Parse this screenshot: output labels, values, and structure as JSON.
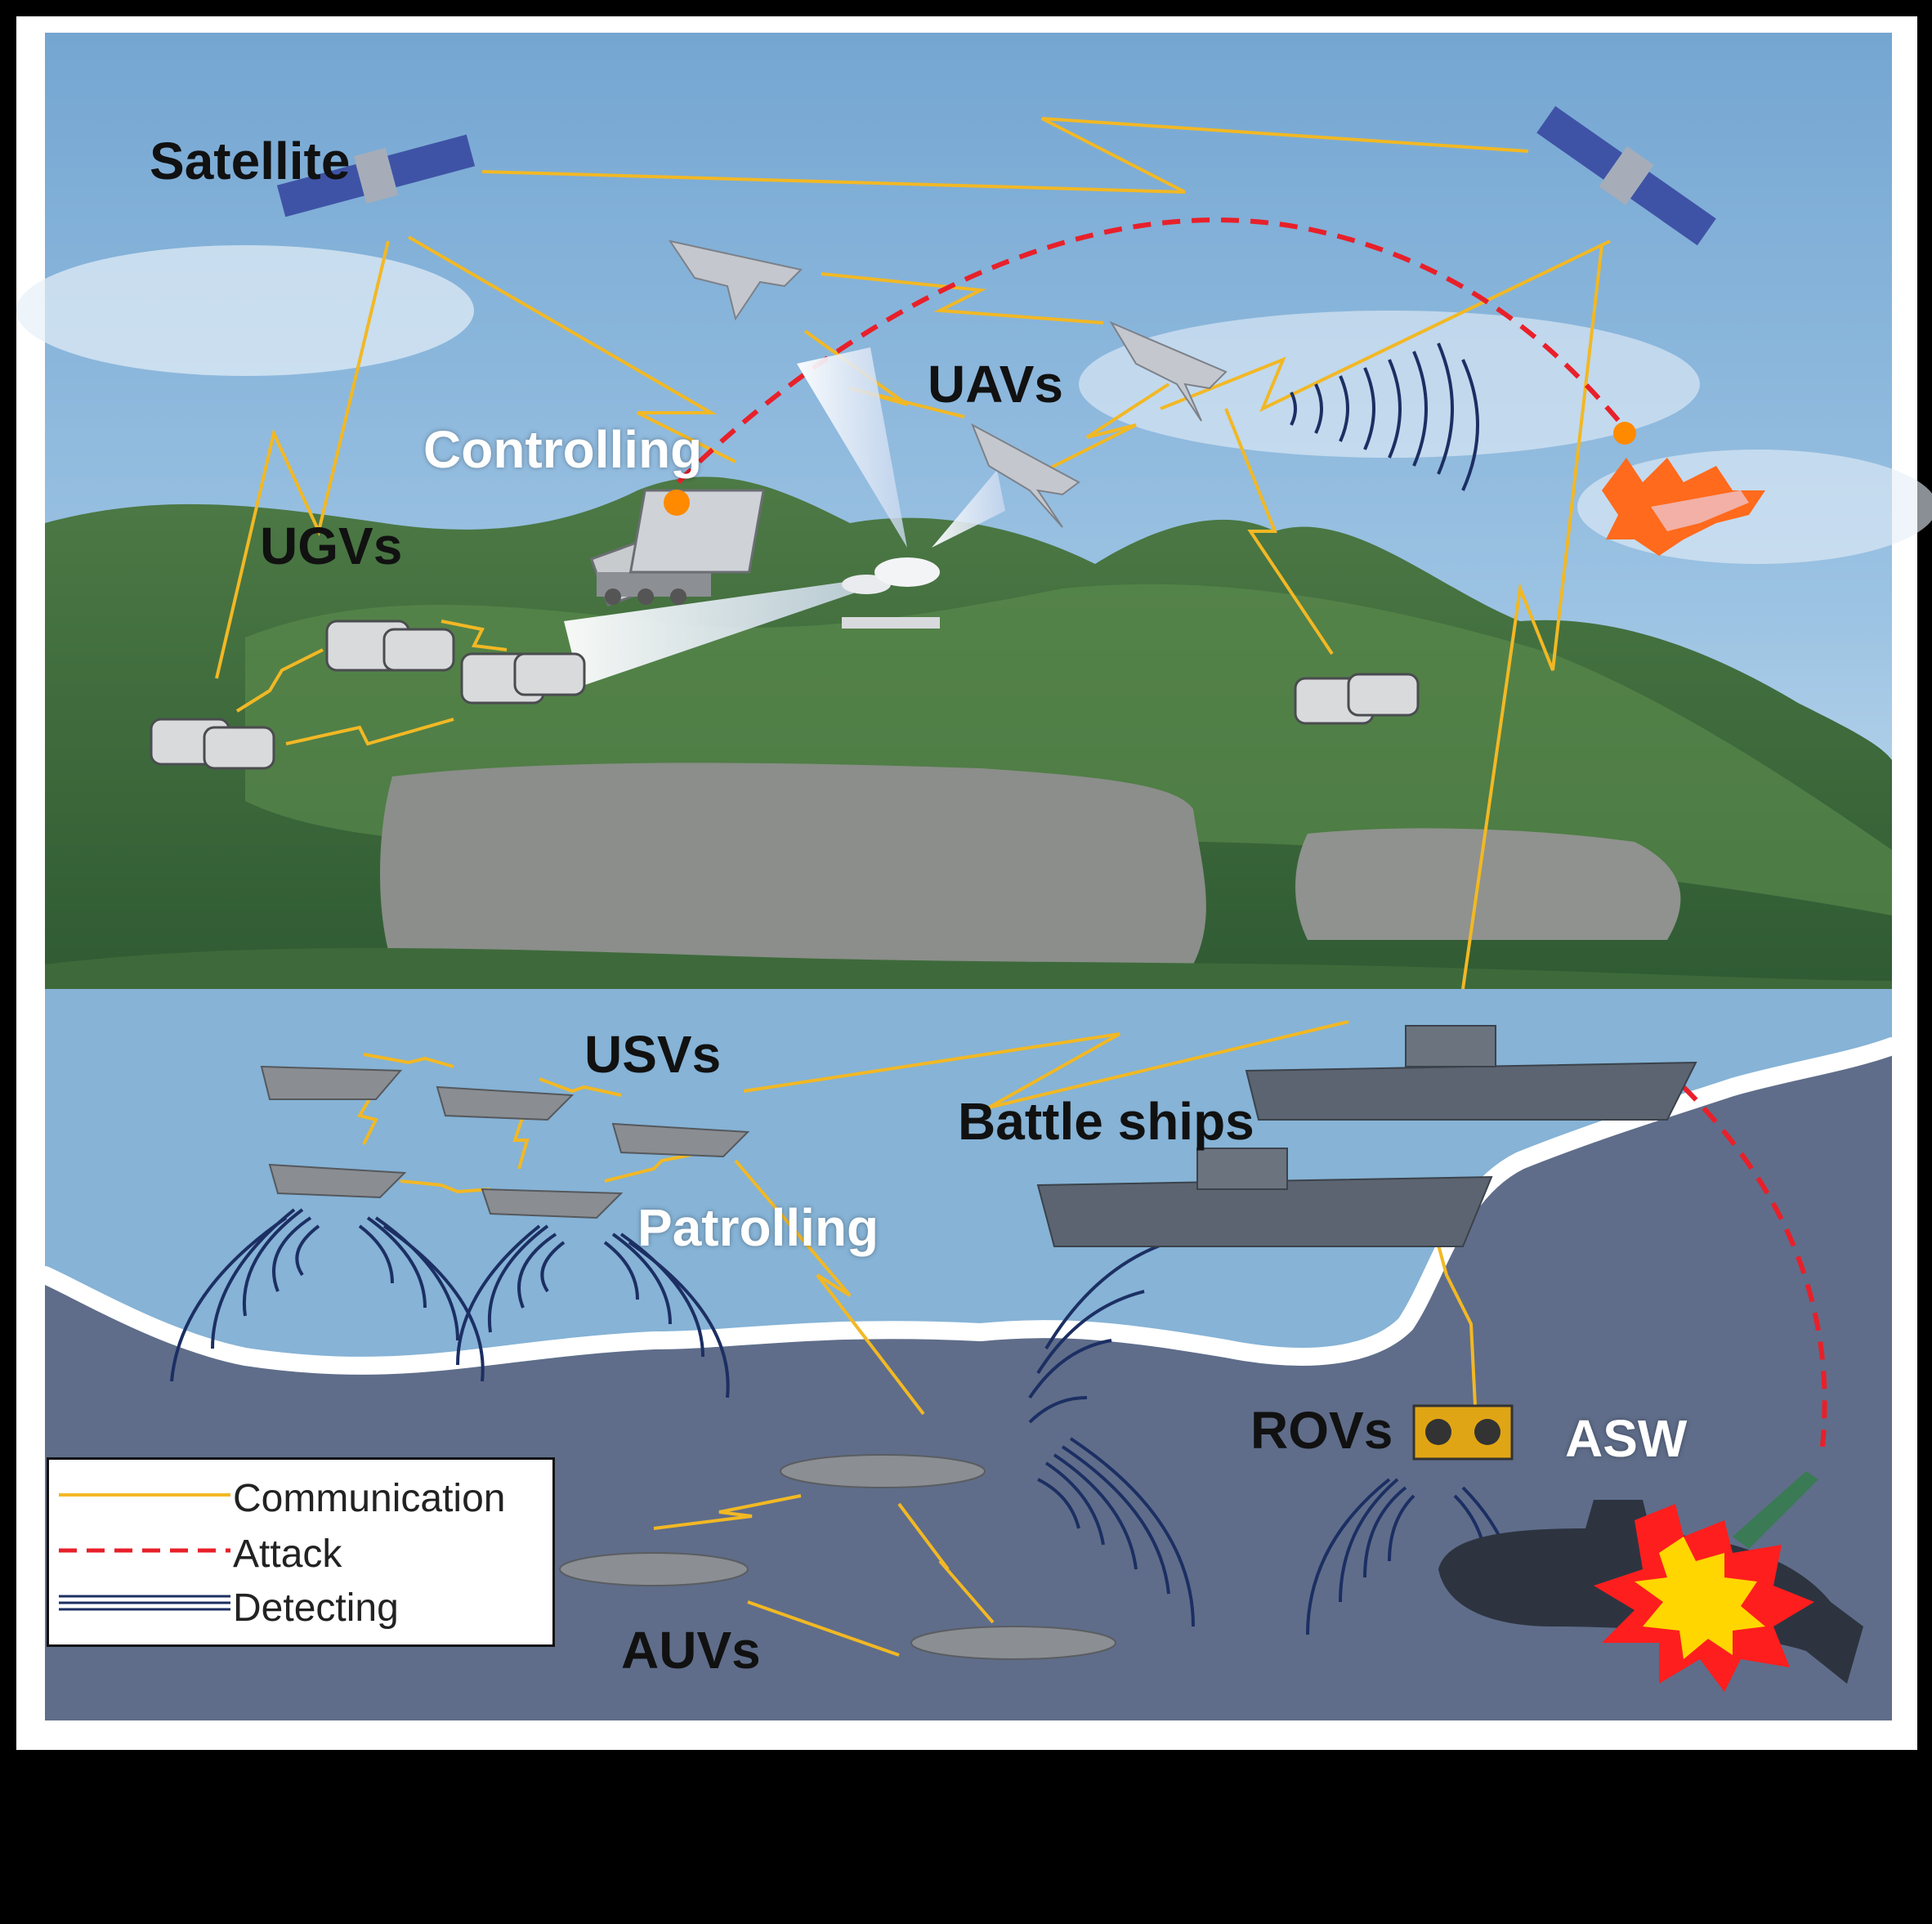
{
  "labels": {
    "satellite": "Satellite",
    "uavs": "UAVs",
    "controlling": "Controlling",
    "ugvs": "UGVs",
    "usvs": "USVs",
    "battle_ships": "Battle ships",
    "patrolling": "Patrolling",
    "rovs": "ROVs",
    "asw": "ASW",
    "auvs": "AUVs"
  },
  "legend": {
    "communication": "Communication",
    "attack": "Attack",
    "detecting": "Detecting"
  },
  "colors": {
    "sky": "#7ea9d3",
    "mountain": "#3f6b3c",
    "sea_surface": "#86b3d6",
    "deep_sea": "#5d6b88",
    "communication": "#f2b824",
    "attack": "#e8202a",
    "detecting": "#1c2f63",
    "explosion": "#ffd600"
  }
}
